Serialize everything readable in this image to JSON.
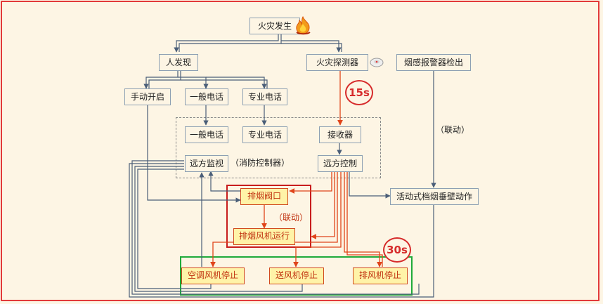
{
  "nodes": {
    "fire": "火灾发生",
    "person": "人发现",
    "detector": "火灾探测器",
    "smoke_alarm": "烟感报警器检出",
    "manual": "手动开启",
    "phone1": "一般电话",
    "pro_phone1": "专业电话",
    "phone2": "一般电话",
    "pro_phone2": "专业电话",
    "receiver": "接收器",
    "remote_monitor": "远方监视",
    "remote_control": "远方控制",
    "smoke_damper": "排烟阀口",
    "exhaust_fan": "排烟风机运行",
    "ac_stop": "空调风机停止",
    "supply_stop": "送风机停止",
    "exhaust_stop": "排风机停止",
    "curtain": "活动式档烟垂壁动作"
  },
  "notes": {
    "controller": "（消防控制器）",
    "link_right": "（联动）",
    "link_mid": "（联动）"
  },
  "badges": {
    "t15": "15s",
    "t30": "30s"
  },
  "icons": [
    "fire-icon",
    "smoke-detector-icon"
  ],
  "colors": {
    "frame": "#e23a3a",
    "background": "#fdf5e4",
    "wire": "#4a5e78",
    "hot_wire": "#e0441a",
    "highlight_fill": "#fff3a8",
    "group_red": "#c81d1d",
    "group_green": "#1faa3a"
  }
}
